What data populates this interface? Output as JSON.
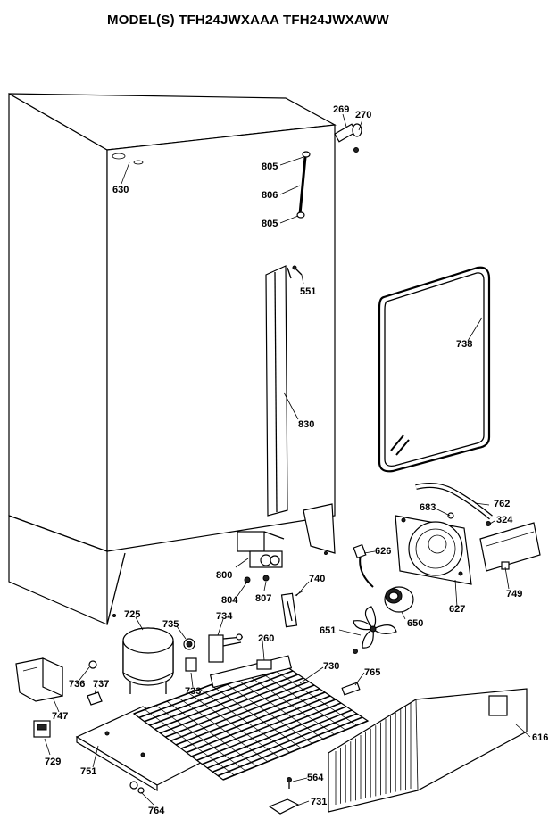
{
  "title": "MODEL(S) TFH24JWXAAA  TFH24JWXAWW",
  "parts": [
    {
      "id": "269"
    },
    {
      "id": "270"
    },
    {
      "id": "805a",
      "label": "805"
    },
    {
      "id": "806"
    },
    {
      "id": "805b",
      "label": "805"
    },
    {
      "id": "630"
    },
    {
      "id": "551"
    },
    {
      "id": "738"
    },
    {
      "id": "830"
    },
    {
      "id": "762"
    },
    {
      "id": "683"
    },
    {
      "id": "324"
    },
    {
      "id": "626"
    },
    {
      "id": "749"
    },
    {
      "id": "627"
    },
    {
      "id": "650"
    },
    {
      "id": "800"
    },
    {
      "id": "804"
    },
    {
      "id": "807"
    },
    {
      "id": "740"
    },
    {
      "id": "651"
    },
    {
      "id": "725"
    },
    {
      "id": "735"
    },
    {
      "id": "734"
    },
    {
      "id": "260"
    },
    {
      "id": "730"
    },
    {
      "id": "765"
    },
    {
      "id": "736"
    },
    {
      "id": "737"
    },
    {
      "id": "733"
    },
    {
      "id": "747"
    },
    {
      "id": "616"
    },
    {
      "id": "729"
    },
    {
      "id": "751"
    },
    {
      "id": "564"
    },
    {
      "id": "731"
    },
    {
      "id": "764"
    }
  ]
}
